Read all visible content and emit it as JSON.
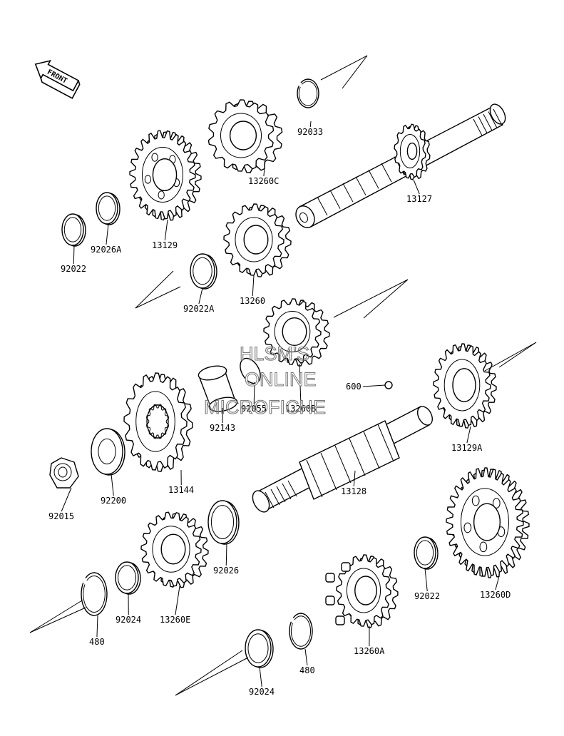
{
  "diagram": {
    "front_arrow": {
      "text": "FRONT",
      "icon": "front-arrow-icon"
    },
    "watermark": {
      "line1": "HLSM'S",
      "line2": "ONLINE",
      "line3": "MICROFICHE"
    },
    "parts": [
      {
        "id": "p92033",
        "label": "92033"
      },
      {
        "id": "p13260C",
        "label": "13260C"
      },
      {
        "id": "p13127",
        "label": "13127"
      },
      {
        "id": "p13129",
        "label": "13129"
      },
      {
        "id": "p92026A",
        "label": "92026A"
      },
      {
        "id": "p92022a",
        "label": "92022"
      },
      {
        "id": "p13260",
        "label": "13260"
      },
      {
        "id": "p92022A",
        "label": "92022A"
      },
      {
        "id": "p600",
        "label": "600"
      },
      {
        "id": "p92055",
        "label": "92055"
      },
      {
        "id": "p13260B",
        "label": "13260B"
      },
      {
        "id": "p92143",
        "label": "92143"
      },
      {
        "id": "p13129A",
        "label": "13129A"
      },
      {
        "id": "p13144",
        "label": "13144"
      },
      {
        "id": "p92200",
        "label": "92200"
      },
      {
        "id": "p92015",
        "label": "92015"
      },
      {
        "id": "p13128",
        "label": "13128"
      },
      {
        "id": "p92026",
        "label": "92026"
      },
      {
        "id": "p13260D",
        "label": "13260D"
      },
      {
        "id": "p92022b",
        "label": "92022"
      },
      {
        "id": "p480a",
        "label": "480"
      },
      {
        "id": "p92024a",
        "label": "92024"
      },
      {
        "id": "p13260E",
        "label": "13260E"
      },
      {
        "id": "p13260A",
        "label": "13260A"
      },
      {
        "id": "p480b",
        "label": "480"
      },
      {
        "id": "p92024b",
        "label": "92024"
      }
    ]
  }
}
